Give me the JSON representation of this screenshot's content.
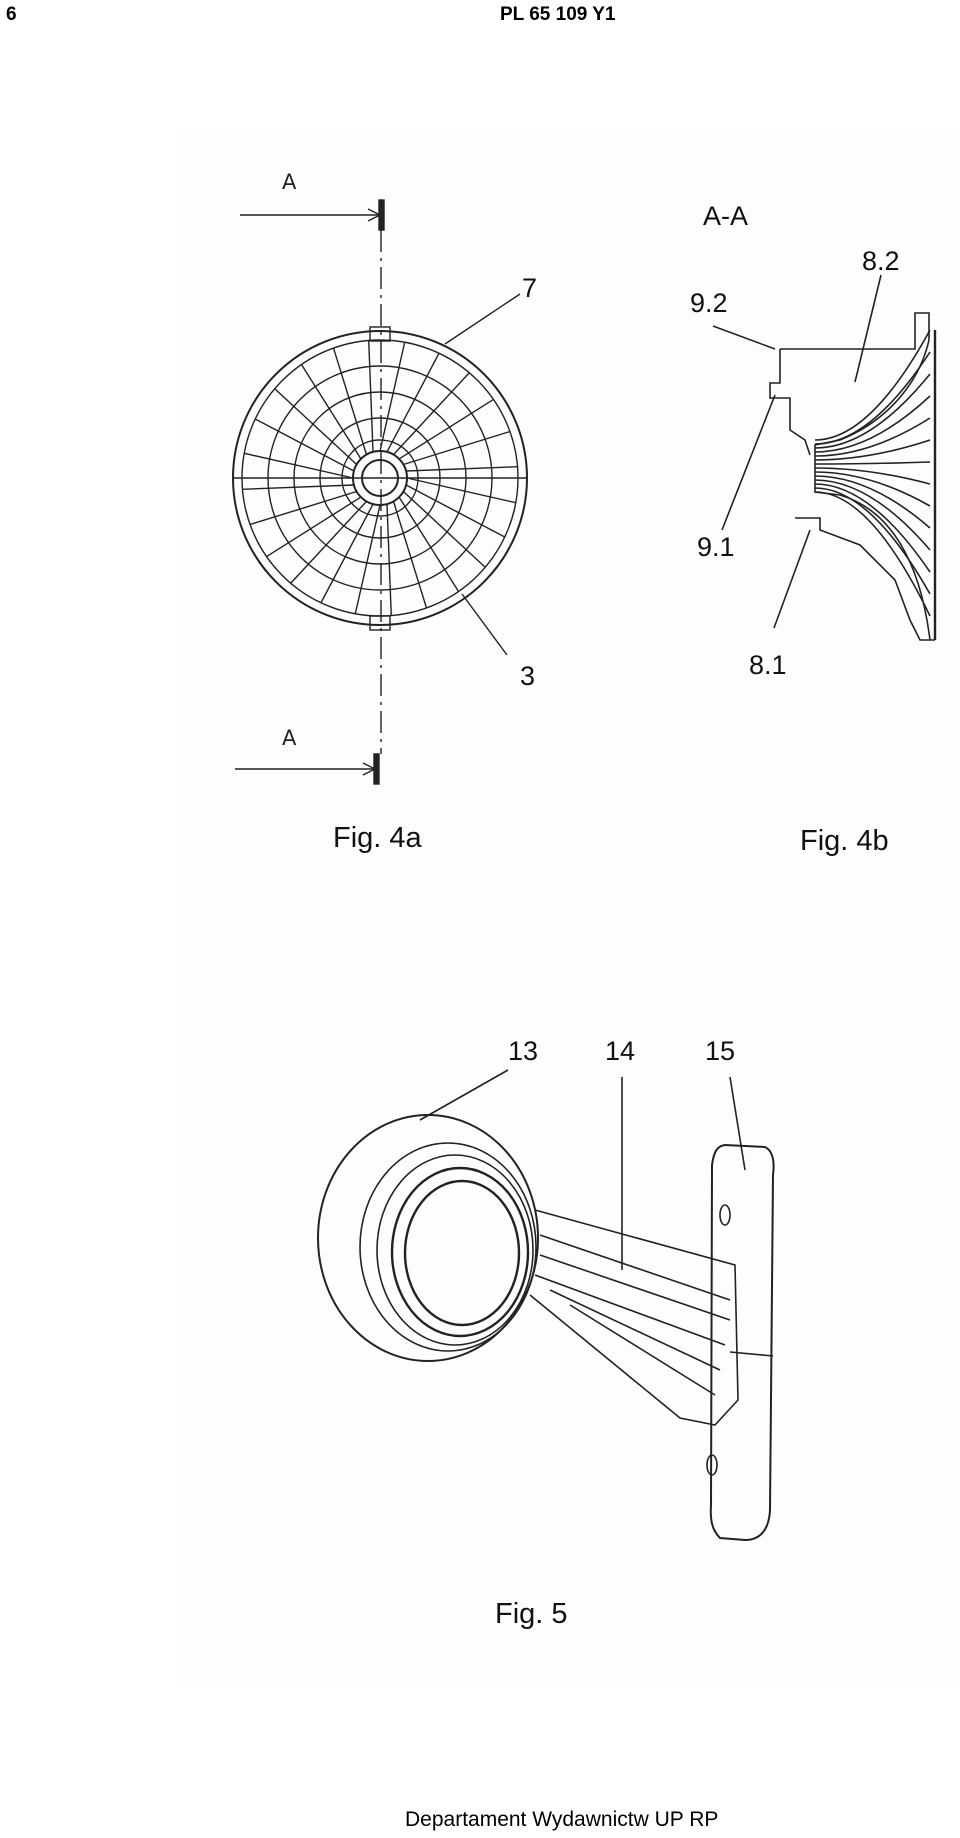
{
  "header": {
    "page_number": "6",
    "doc_id": "PL 65 109 Y1"
  },
  "fig4a": {
    "section_mark_top": "A",
    "section_mark_bottom": "A",
    "label_7": "7",
    "label_3": "3",
    "caption": "Fig. 4a"
  },
  "fig4b": {
    "section_title": "A-A",
    "label_8_2": "8.2",
    "label_9_2": "9.2",
    "label_9_1": "9.1",
    "label_8_1": "8.1",
    "caption": "Fig. 4b"
  },
  "fig5": {
    "label_13": "13",
    "label_14": "14",
    "label_15": "15",
    "caption": "Fig. 5"
  },
  "footer": {
    "publisher": "Departament Wydawnictw UP RP"
  }
}
